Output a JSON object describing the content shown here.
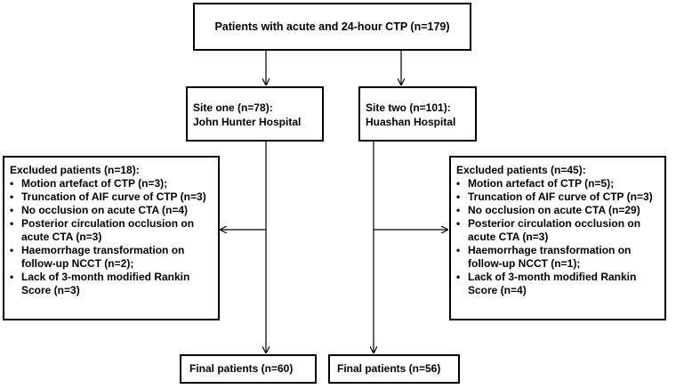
{
  "top_box": {
    "text": "Patients with acute and 24-hour CTP (n=179)"
  },
  "site_one": {
    "line1": "Site one (n=78):",
    "line2": "John Hunter Hospital"
  },
  "site_two": {
    "line1": "Site two (n=101):",
    "line2": "Huashan Hospital"
  },
  "excluded_left": {
    "title": "Excluded patients (n=18):",
    "items": [
      "Motion artefact of CTP (n=3);",
      "Truncation of AIF curve of CTP (n=3)",
      "No occlusion on acute CTA (n=4)",
      "Posterior circulation occlusion on|acute CTA (n=3)",
      "Haemorrhage transformation on|follow-up NCCT (n=2);",
      "Lack of 3-month modified Rankin|Score (n=3)"
    ]
  },
  "excluded_right": {
    "title": "Excluded patients (n=45):",
    "items": [
      "Motion artefact of CTP (n=5);",
      "Truncation of AIF curve of CTP (n=3)",
      "No occlusion on acute CTA (n=29)",
      "Posterior circulation occlusion on|acute CTA (n=3)",
      "Haemorrhage transformation on|follow-up NCCT (n=1);",
      "Lack of 3-month modified Rankin|Score (n=4)"
    ]
  },
  "final_left": {
    "text": "Final patients (n=60)"
  },
  "final_right": {
    "text": "Final patients (n=56)"
  }
}
